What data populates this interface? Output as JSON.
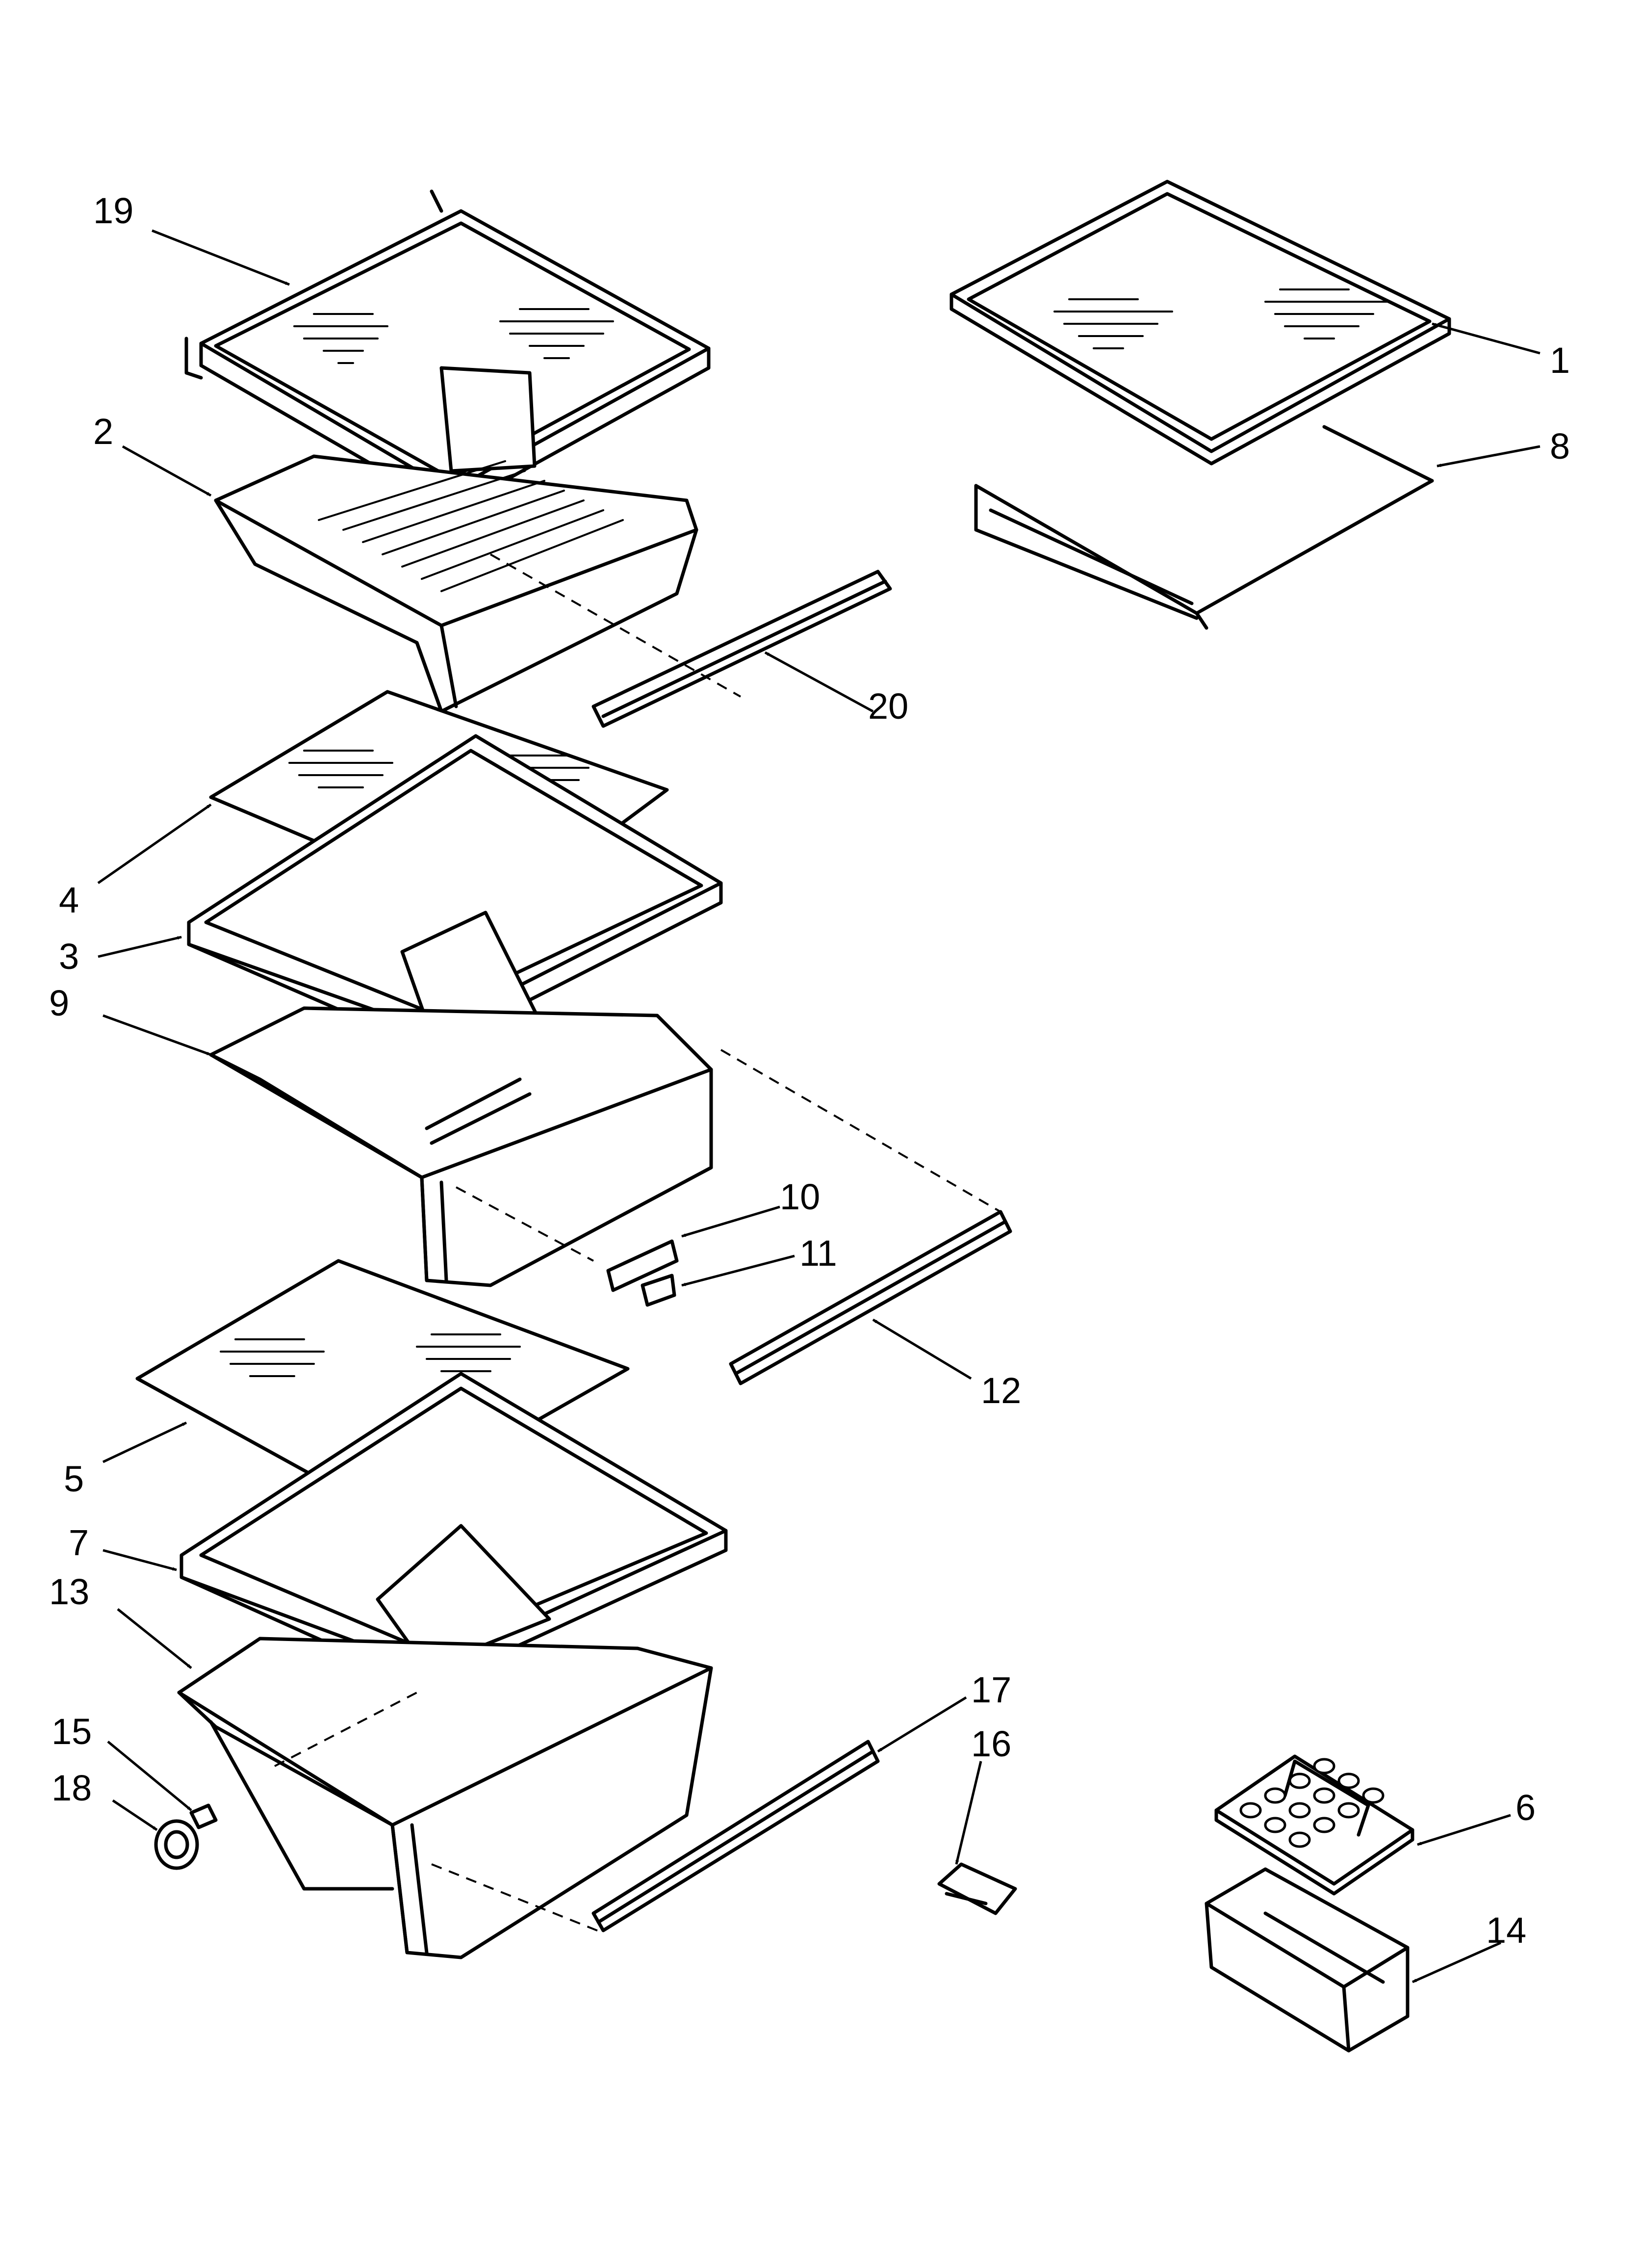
{
  "diagram": {
    "callouts": [
      {
        "id": "c19",
        "label": "19"
      },
      {
        "id": "c2",
        "label": "2"
      },
      {
        "id": "c1",
        "label": "1"
      },
      {
        "id": "c8",
        "label": "8"
      },
      {
        "id": "c20",
        "label": "20"
      },
      {
        "id": "c4",
        "label": "4"
      },
      {
        "id": "c3",
        "label": "3"
      },
      {
        "id": "c9",
        "label": "9"
      },
      {
        "id": "c10",
        "label": "10"
      },
      {
        "id": "c11",
        "label": "11"
      },
      {
        "id": "c12",
        "label": "12"
      },
      {
        "id": "c5",
        "label": "5"
      },
      {
        "id": "c7",
        "label": "7"
      },
      {
        "id": "c13",
        "label": "13"
      },
      {
        "id": "c17",
        "label": "17"
      },
      {
        "id": "c16",
        "label": "16"
      },
      {
        "id": "c15",
        "label": "15"
      },
      {
        "id": "c18",
        "label": "18"
      },
      {
        "id": "c6",
        "label": "6"
      },
      {
        "id": "c14",
        "label": "14"
      }
    ]
  }
}
